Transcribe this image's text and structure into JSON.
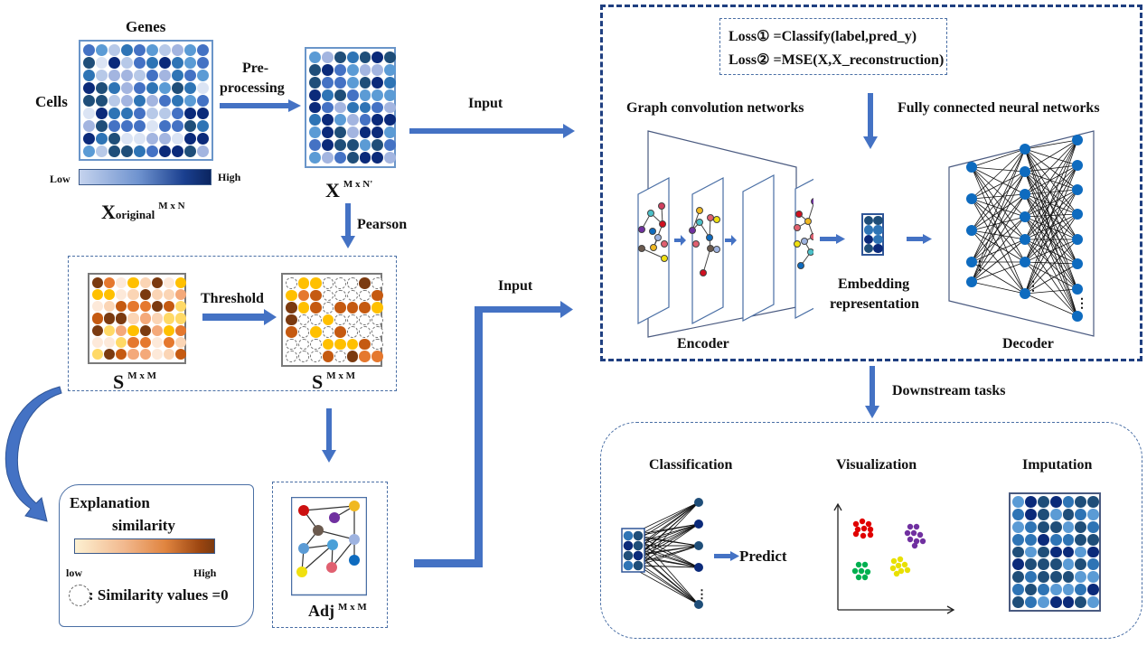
{
  "original": {
    "genes_label": "Genes",
    "cells_label": "Cells",
    "low_label": "Low",
    "high_label": "High",
    "matrix_name": "X",
    "matrix_sub": "original",
    "matrix_dim": "M x N",
    "cols": 10,
    "rows": 9
  },
  "preprocess": {
    "label_line1": "Pre-",
    "label_line2": "processing",
    "matrix_name": "X",
    "matrix_dim": "M x N'",
    "cols": 7,
    "rows": 9
  },
  "pearson_label": "Pearson",
  "similarity": {
    "threshold_label": "Threshold",
    "matrix_name": "S",
    "matrix_dim": "M x M",
    "cols": 8,
    "rows": 7
  },
  "explanation": {
    "title": "Explanation",
    "subtitle": "similarity",
    "low_label": "low",
    "high_label": "High",
    "zero_note": ": Similarity values =0"
  },
  "adjacency": {
    "matrix_name": "Adj",
    "matrix_dim": "M x M"
  },
  "input_label_top": "Input",
  "input_label_bottom": "Input",
  "model": {
    "loss1": "Loss① =Classify(label,pred_y)",
    "loss2": "Loss② =MSE(X,X_reconstruction)",
    "gcn_label": "Graph convolution networks",
    "fcnn_label": "Fully connected neural networks",
    "encoder_label": "Encoder",
    "decoder_label": "Decoder",
    "embedding_line1": "Embedding",
    "embedding_line2": "representation"
  },
  "downstream": {
    "label": "Downstream tasks",
    "classification_label": "Classification",
    "predict_label": "Predict",
    "visualization_label": "Visualization",
    "imputation_label": "Imputation"
  },
  "colors": {
    "blues": [
      "#b7c9e8",
      "#2e74b5",
      "#1f4e79",
      "#4472c4",
      "#5b9bd5",
      "#0b2a7a",
      "#dbe4f4",
      "#a3b5e0"
    ],
    "oranges": [
      "#f4a97a",
      "#e5782e",
      "#7b3a10",
      "#ffc000",
      "#ffd966",
      "#fbd5b5",
      "#c55a11",
      "#fde9d9"
    ],
    "arrow": "#4472c4",
    "frame_dark": "#1f3f80"
  }
}
